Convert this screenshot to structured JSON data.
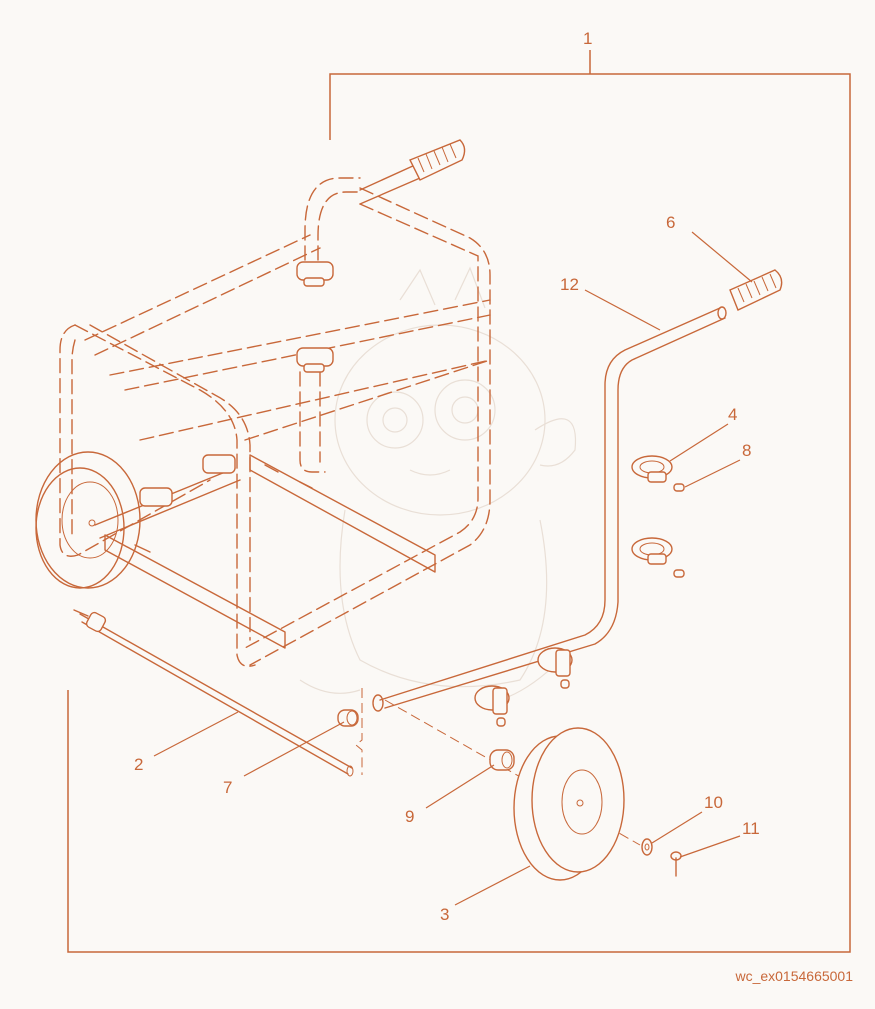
{
  "diagram": {
    "callouts": {
      "c1": "1",
      "c2": "2",
      "c3": "3",
      "c4": "4",
      "c6": "6",
      "c7": "7",
      "c8": "8",
      "c9": "9",
      "c10": "10",
      "c11": "11",
      "c12": "12"
    },
    "reference_code": "wc_ex0154665001"
  },
  "colors": {
    "line": "#c8683a",
    "background": "#fbf9f6",
    "watermark": "#e9dfd6"
  }
}
